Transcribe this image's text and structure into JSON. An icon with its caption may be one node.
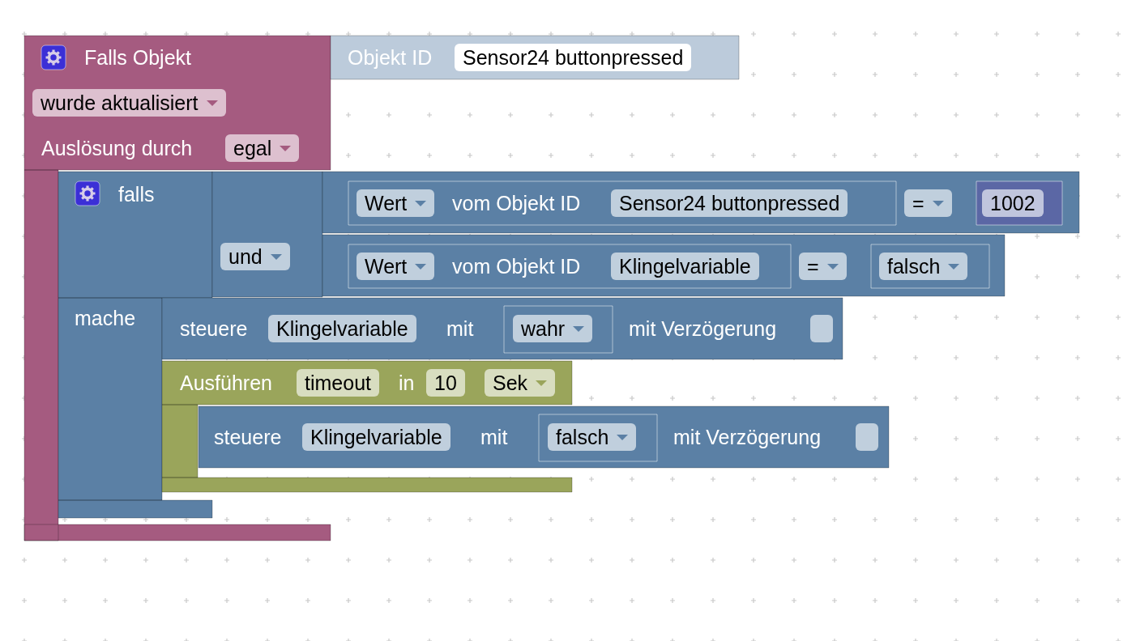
{
  "diagram": {
    "nodes": [
      {
        "text": [
          "Falls Objekt",
          "wurde aktualisiert",
          "Auslösung durch",
          "egal"
        ]
      },
      {
        "text": [
          "Objekt ID",
          "Sensor24 buttonpressed"
        ]
      },
      {
        "text": [
          "falls",
          "mache"
        ],
        "in": 0
      },
      {
        "text": [
          "und"
        ],
        "in": 0
      },
      {
        "text": [
          "="
        ]
      },
      {
        "text": [
          "Wert",
          "vom Objekt ID",
          "Sensor24 buttonpressed"
        ],
        "in": 4
      },
      {
        "text": [
          "1002"
        ],
        "in": 4
      },
      {
        "text": [
          "="
        ]
      },
      {
        "text": [
          "Wert",
          "vom Objekt ID",
          "Klingelvariable"
        ],
        "in": 7
      },
      {
        "text": [
          "falsch"
        ],
        "in": 7
      },
      {
        "text": [
          "steuere",
          "Klingelvariable",
          "mit",
          "mit Verzögerung"
        ]
      },
      {
        "text": [
          "wahr"
        ],
        "in": 10
      },
      {
        "text": [
          "Ausführen",
          "timeout",
          "in",
          "10",
          "Sek"
        ]
      },
      {
        "text": [
          "steuere",
          "Klingelvariable",
          "mit",
          "mit Verzögerung"
        ]
      },
      {
        "text": [
          "falsch"
        ],
        "in": 13
      }
    ]
  }
}
